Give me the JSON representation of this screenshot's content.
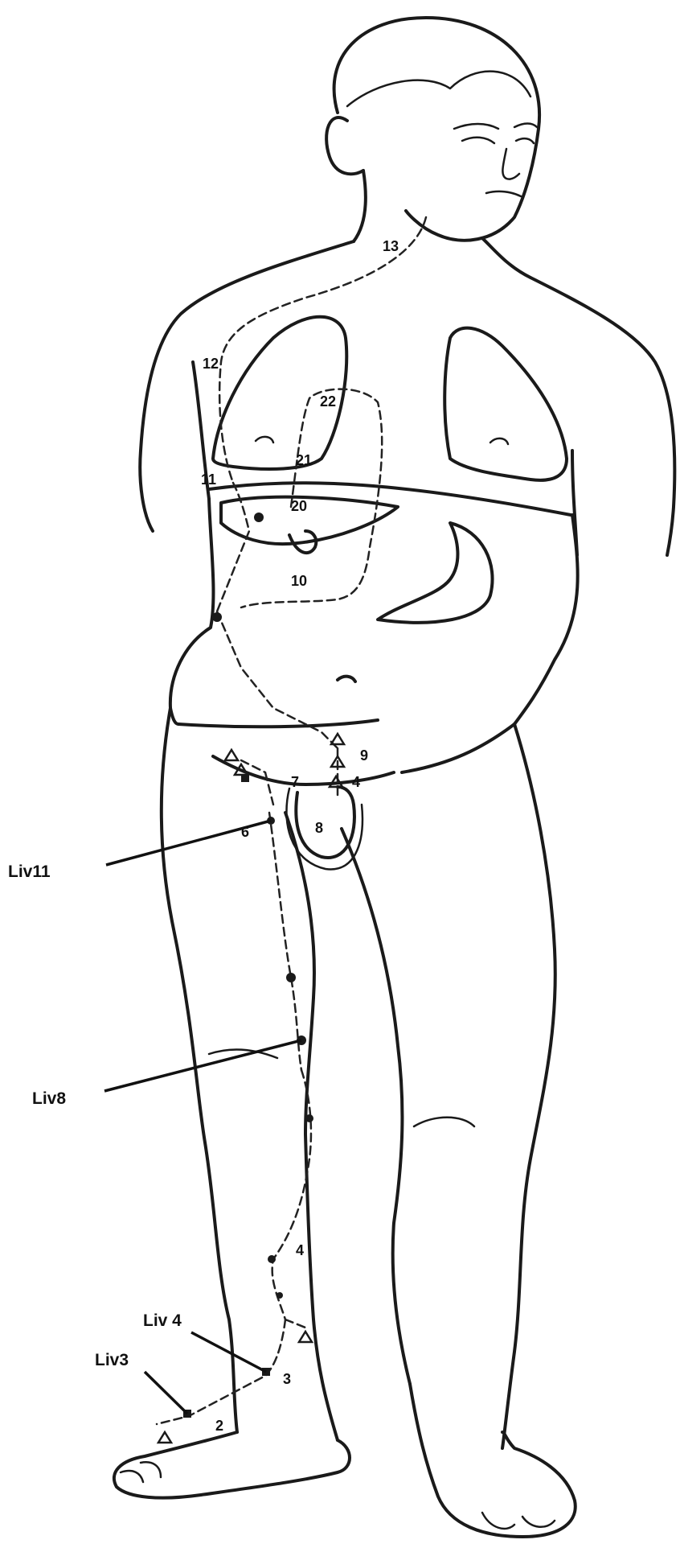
{
  "external_labels": {
    "liv11": "Liv11",
    "liv8": "Liv8",
    "liv4": "Liv 4",
    "liv3": "Liv3"
  },
  "pathway_numbers": [
    "13",
    "12",
    "22",
    "21",
    "11",
    "20",
    "10",
    "9",
    "7",
    "4",
    "8",
    "6",
    "4",
    "3",
    "2"
  ]
}
